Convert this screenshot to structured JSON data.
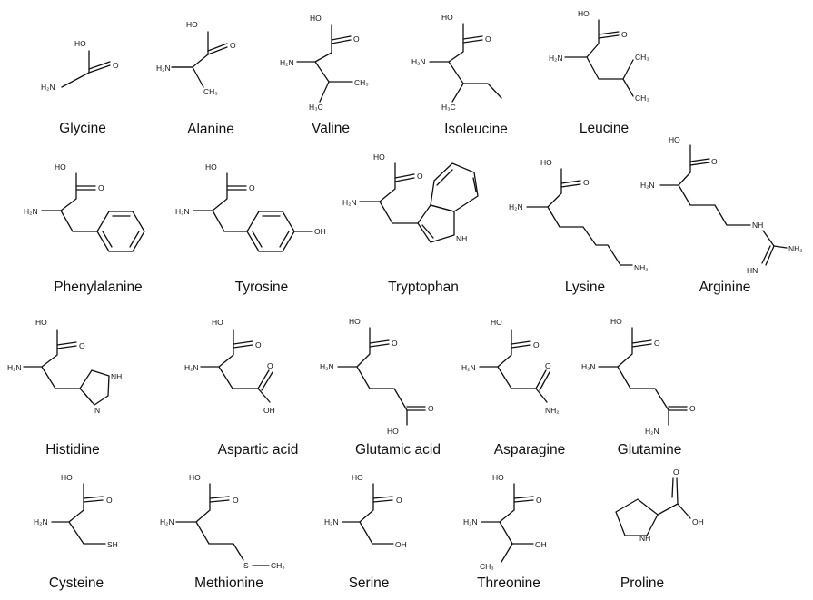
{
  "title": "",
  "amino_acids": [
    {
      "name": "Glycine"
    },
    {
      "name": "Alanine"
    },
    {
      "name": "Valine"
    },
    {
      "name": "Isoleucine"
    },
    {
      "name": "Leucine"
    },
    {
      "name": "Phenylalanine"
    },
    {
      "name": "Tyrosine"
    },
    {
      "name": "Tryptophan"
    },
    {
      "name": "Lysine"
    },
    {
      "name": "Arginine"
    },
    {
      "name": "Histidine"
    },
    {
      "name": "Aspartic acid"
    },
    {
      "name": "Glutamic acid"
    },
    {
      "name": "Asparagine"
    },
    {
      "name": "Glutamine"
    },
    {
      "name": "Cysteine"
    },
    {
      "name": "Methionine"
    },
    {
      "name": "Serine"
    },
    {
      "name": "Threonine"
    },
    {
      "name": "Proline"
    }
  ]
}
